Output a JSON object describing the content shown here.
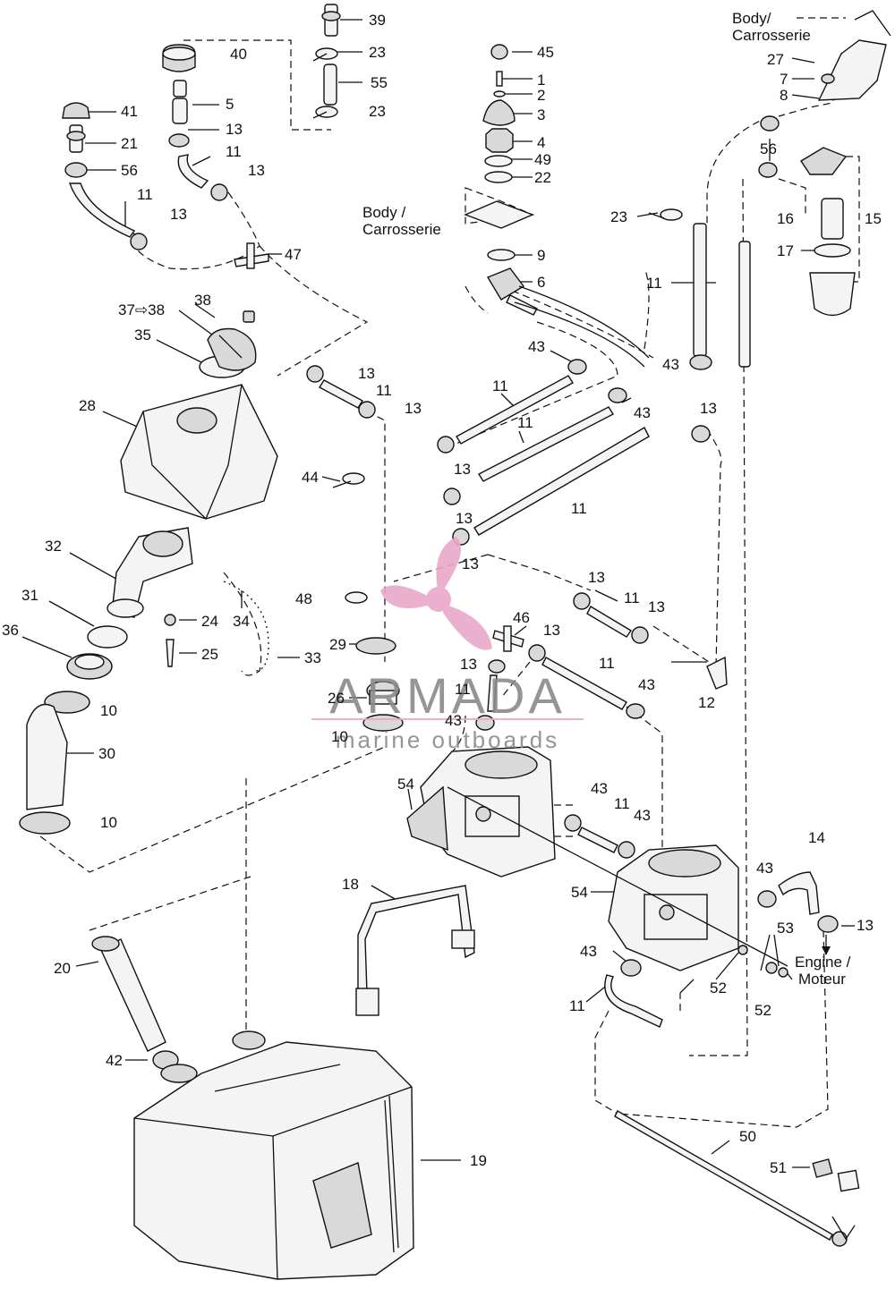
{
  "labels": [
    "39",
    "23",
    "55",
    "23",
    "40",
    "5",
    "13",
    "11",
    "13",
    "41",
    "21",
    "56",
    "11",
    "13",
    "47",
    "45",
    "1",
    "2",
    "3",
    "4",
    "49",
    "22",
    "9",
    "6",
    "27",
    "7",
    "8",
    "56",
    "23",
    "16",
    "15",
    "17",
    "11",
    "43",
    "38",
    "37⇨38",
    "35",
    "28",
    "13",
    "11",
    "13",
    "43",
    "11",
    "43",
    "13",
    "11",
    "13",
    "13",
    "11",
    "13",
    "44",
    "32",
    "31",
    "36",
    "24",
    "34",
    "25",
    "33",
    "48",
    "29",
    "26",
    "10",
    "10",
    "30",
    "10",
    "13",
    "11",
    "13",
    "46",
    "13",
    "11",
    "13",
    "11",
    "43",
    "43",
    "12",
    "54",
    "43",
    "11",
    "43",
    "14",
    "43",
    "13",
    "54",
    "53",
    "52",
    "52",
    "43",
    "11",
    "18",
    "20",
    "42",
    "19",
    "50",
    "51"
  ],
  "notes": {
    "body_top_right": [
      "Body/",
      "Carrosserie"
    ],
    "body_center": [
      "Body /",
      "Carrosserie"
    ],
    "engine": [
      "Engine /",
      "Moteur"
    ]
  },
  "watermark": {
    "brand": "ARMADA",
    "tagline": "marine outboards",
    "color": "#e8a8c8"
  },
  "colors": {
    "ink": "#111111",
    "background": "#ffffff",
    "accent": "#e8a8c8"
  },
  "icons": [
    "propeller-logo-icon"
  ]
}
